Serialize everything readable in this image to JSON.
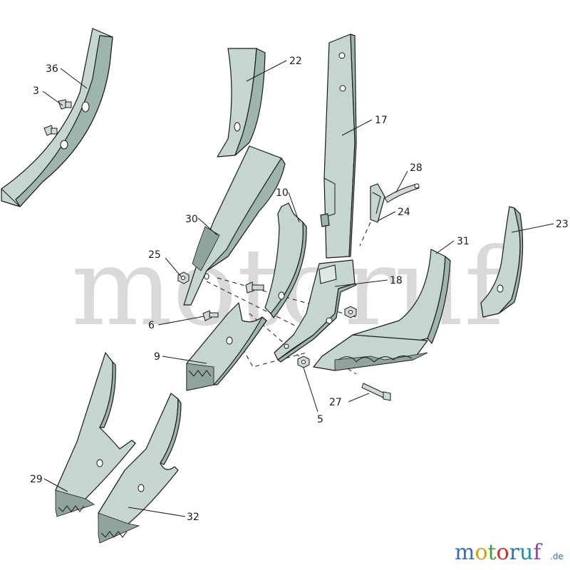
{
  "watermark": {
    "text": "motoruf",
    "color": "#d9d9d9"
  },
  "logo": {
    "letters": [
      {
        "char": "m",
        "color": "#3a6fb0"
      },
      {
        "char": "o",
        "color": "#d4a017"
      },
      {
        "char": "t",
        "color": "#4a9a3a"
      },
      {
        "char": "o",
        "color": "#c9302c"
      },
      {
        "char": "r",
        "color": "#3a6fb0"
      },
      {
        "char": "u",
        "color": "#2a8fa0"
      },
      {
        "char": "f",
        "color": "#8a4aa0"
      }
    ],
    "suffix": ".de"
  },
  "callouts": {
    "c3": "3",
    "c36": "36",
    "c22": "22",
    "c17": "17",
    "c28": "28",
    "c24": "24",
    "c10": "10",
    "c30": "30",
    "c25": "25",
    "c31": "31",
    "c23": "23",
    "c18": "18",
    "c6": "6",
    "c9": "9",
    "c27": "27",
    "c5": "5",
    "c29": "29",
    "c32": "32"
  },
  "colors": {
    "part": "#c5d5cf",
    "part_shadow": "#9db5ad",
    "outline": "#1a1a1a"
  }
}
